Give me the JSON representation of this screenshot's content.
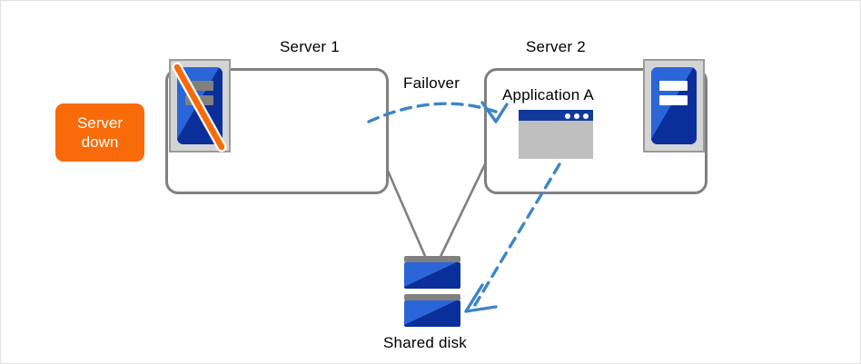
{
  "diagram": {
    "title_tag": "failover-cluster-diagram",
    "colors": {
      "accent_orange": "#f96a09",
      "server_blue": "#2a66d8",
      "server_dark_blue": "#0b2f9a",
      "arrow_blue": "#3d85c6",
      "box_gray": "#808080",
      "disk_cap_gray": "#808080",
      "app_body_gray": "#bfbfbf",
      "app_titlebar_navy": "#123a9c",
      "icon_frame_gray": "#d4d4d4",
      "canvas_border": "#e2e2e2"
    },
    "badge": {
      "line1": "Server",
      "line2": "down"
    },
    "nodes": [
      {
        "id": "server1",
        "label": "Server 1",
        "state": "down",
        "icon": "server-tower-icon",
        "has_slash": true
      },
      {
        "id": "server2",
        "label": "Server 2",
        "state": "active",
        "icon": "server-tower-icon",
        "has_slash": false,
        "application": "Application A"
      }
    ],
    "storage": {
      "label": "Shared disk",
      "icon": "disk-stack-icon",
      "units": 2
    },
    "arrows": [
      {
        "id": "failover-arrow",
        "label": "Failover",
        "style": "dashed-curve",
        "from": "server1",
        "to": "server2"
      },
      {
        "id": "app-to-disk-arrow",
        "label": "",
        "style": "dashed-straight",
        "from": "application-a",
        "to": "shared-disk"
      }
    ],
    "connections": [
      {
        "from": "server1",
        "to": "shared-disk",
        "style": "solid-gray"
      },
      {
        "from": "server2",
        "to": "shared-disk",
        "style": "solid-gray"
      }
    ]
  }
}
